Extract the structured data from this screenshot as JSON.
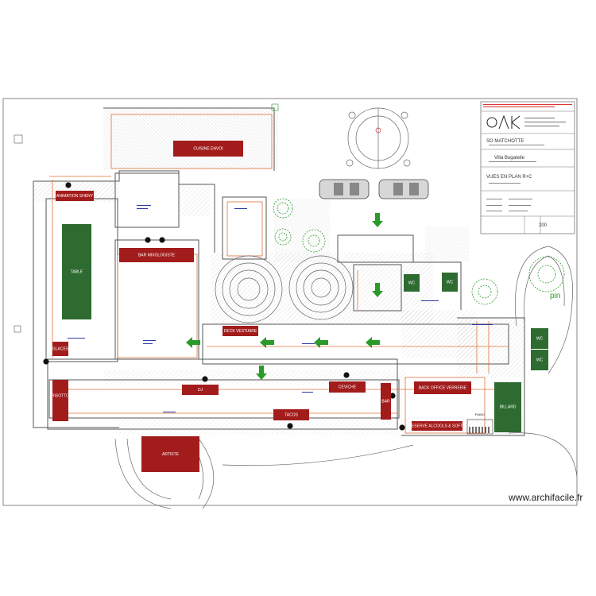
{
  "colors": {
    "zone_red": "#a31c1c",
    "zone_green": "#2e6b30",
    "arrow_green": "#2a9a2a",
    "wall": "#555555",
    "orange_line": "#e0713a",
    "blue_text": "#2d3aa6"
  },
  "zones": {
    "cuisine_envoi": "CUISINE ENVOI",
    "animation_sheny": "ANIMATION SHENY",
    "bar_mixologiste": "BAR MIXOLOGISTE",
    "table": "TABLE",
    "deck_vestiaire": "DECK VESTIAIRE",
    "glaces": "GLACES",
    "risotto": "RISOTTO",
    "dj": "DJ",
    "ceviche": "CEVICHE",
    "bar": "BAR",
    "back_office": "BACK OFFICE VERRERIE",
    "tacos": "TACOS",
    "artiste": "ARTISTE",
    "billard": "BILLARD",
    "reserve": "RESERVE ALCOOLS & SOFTS",
    "piano": "PIANO",
    "wc_1": "WC",
    "wc_2": "WC",
    "wc_3": "WC",
    "wc_4": "WC"
  },
  "garden_label": "pin",
  "title_block": {
    "client": "SO MATCHOTTE",
    "venue": "Villa Bogatelle",
    "drawing_title": "VUES EN PLAN R+C",
    "scale": "200"
  },
  "watermark": "www.archifacile.fr"
}
